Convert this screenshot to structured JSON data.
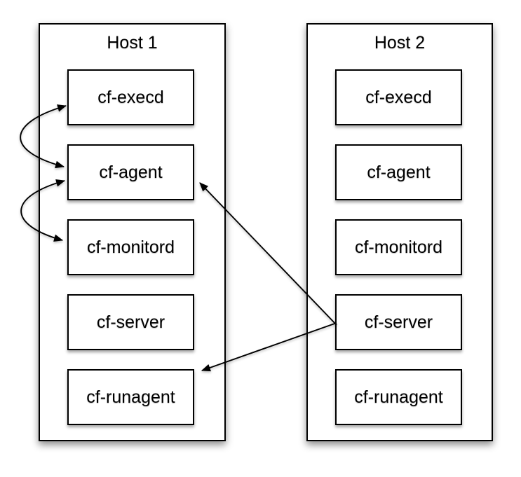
{
  "hosts": [
    {
      "title": "Host 1",
      "components": [
        "cf-execd",
        "cf-agent",
        "cf-monitord",
        "cf-server",
        "cf-runagent"
      ]
    },
    {
      "title": "Host 2",
      "components": [
        "cf-execd",
        "cf-agent",
        "cf-monitord",
        "cf-server",
        "cf-runagent"
      ]
    }
  ],
  "connections": [
    {
      "from": "Host 1 / cf-execd",
      "to": "Host 1 / cf-agent",
      "style": "curved",
      "direction": "bidirectional"
    },
    {
      "from": "Host 1 / cf-agent",
      "to": "Host 1 / cf-monitord",
      "style": "curved",
      "direction": "bidirectional"
    },
    {
      "from": "Host 2 / cf-server",
      "to": "Host 1 / cf-agent",
      "style": "straight",
      "direction": "one-way"
    },
    {
      "from": "Host 2 / cf-server",
      "to": "Host 1 / cf-runagent",
      "style": "straight",
      "direction": "one-way"
    }
  ],
  "colors": {
    "stroke": "#000000",
    "box_fill": "#ffffff",
    "background": "#ffffff"
  }
}
